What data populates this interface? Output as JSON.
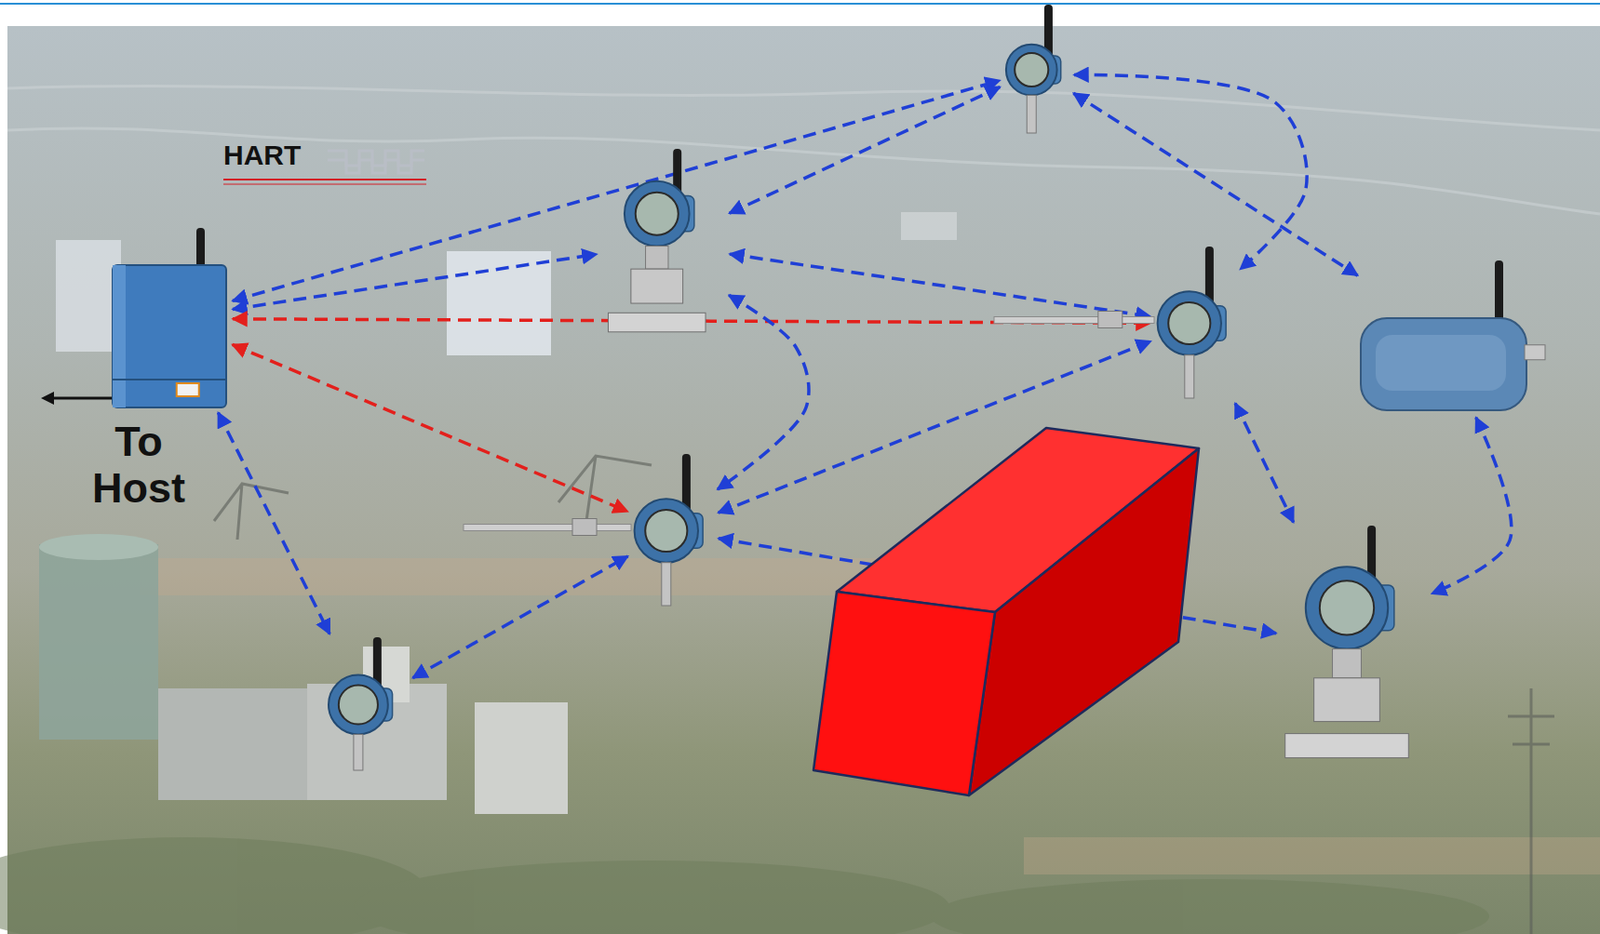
{
  "diagram": {
    "nodes": [
      {
        "text": []
      },
      {
        "text": []
      },
      {
        "text": []
      },
      {
        "text": []
      },
      {
        "text": []
      },
      {
        "text": []
      },
      {
        "text": []
      },
      {
        "text": []
      }
    ],
    "edges": [
      {
        "from": 0,
        "to": 1,
        "arrow": "both"
      },
      {
        "from": 0,
        "to": 2,
        "arrow": "both"
      },
      {
        "from": 2,
        "to": 1,
        "arrow": "both"
      },
      {
        "from": 0,
        "to": 3,
        "arrow": "both"
      },
      {
        "from": 0,
        "to": 5,
        "arrow": "both"
      },
      {
        "from": 0,
        "to": 6,
        "arrow": "both"
      },
      {
        "from": 6,
        "to": 5,
        "arrow": "both"
      },
      {
        "from": 2,
        "to": 3,
        "arrow": "both"
      },
      {
        "from": 2,
        "to": 5,
        "arrow": "both"
      },
      {
        "from": 5,
        "to": 3,
        "arrow": "both"
      },
      {
        "from": 1,
        "to": 3,
        "arrow": "both"
      },
      {
        "from": 1,
        "to": 4,
        "arrow": "both"
      },
      {
        "from": 3,
        "to": 7,
        "arrow": "both"
      },
      {
        "from": 4,
        "to": 7,
        "arrow": "both"
      },
      {
        "from": 5,
        "to": 7,
        "arrow": "both"
      }
    ],
    "labels": [
      "HART",
      "To Host"
    ]
  }
}
